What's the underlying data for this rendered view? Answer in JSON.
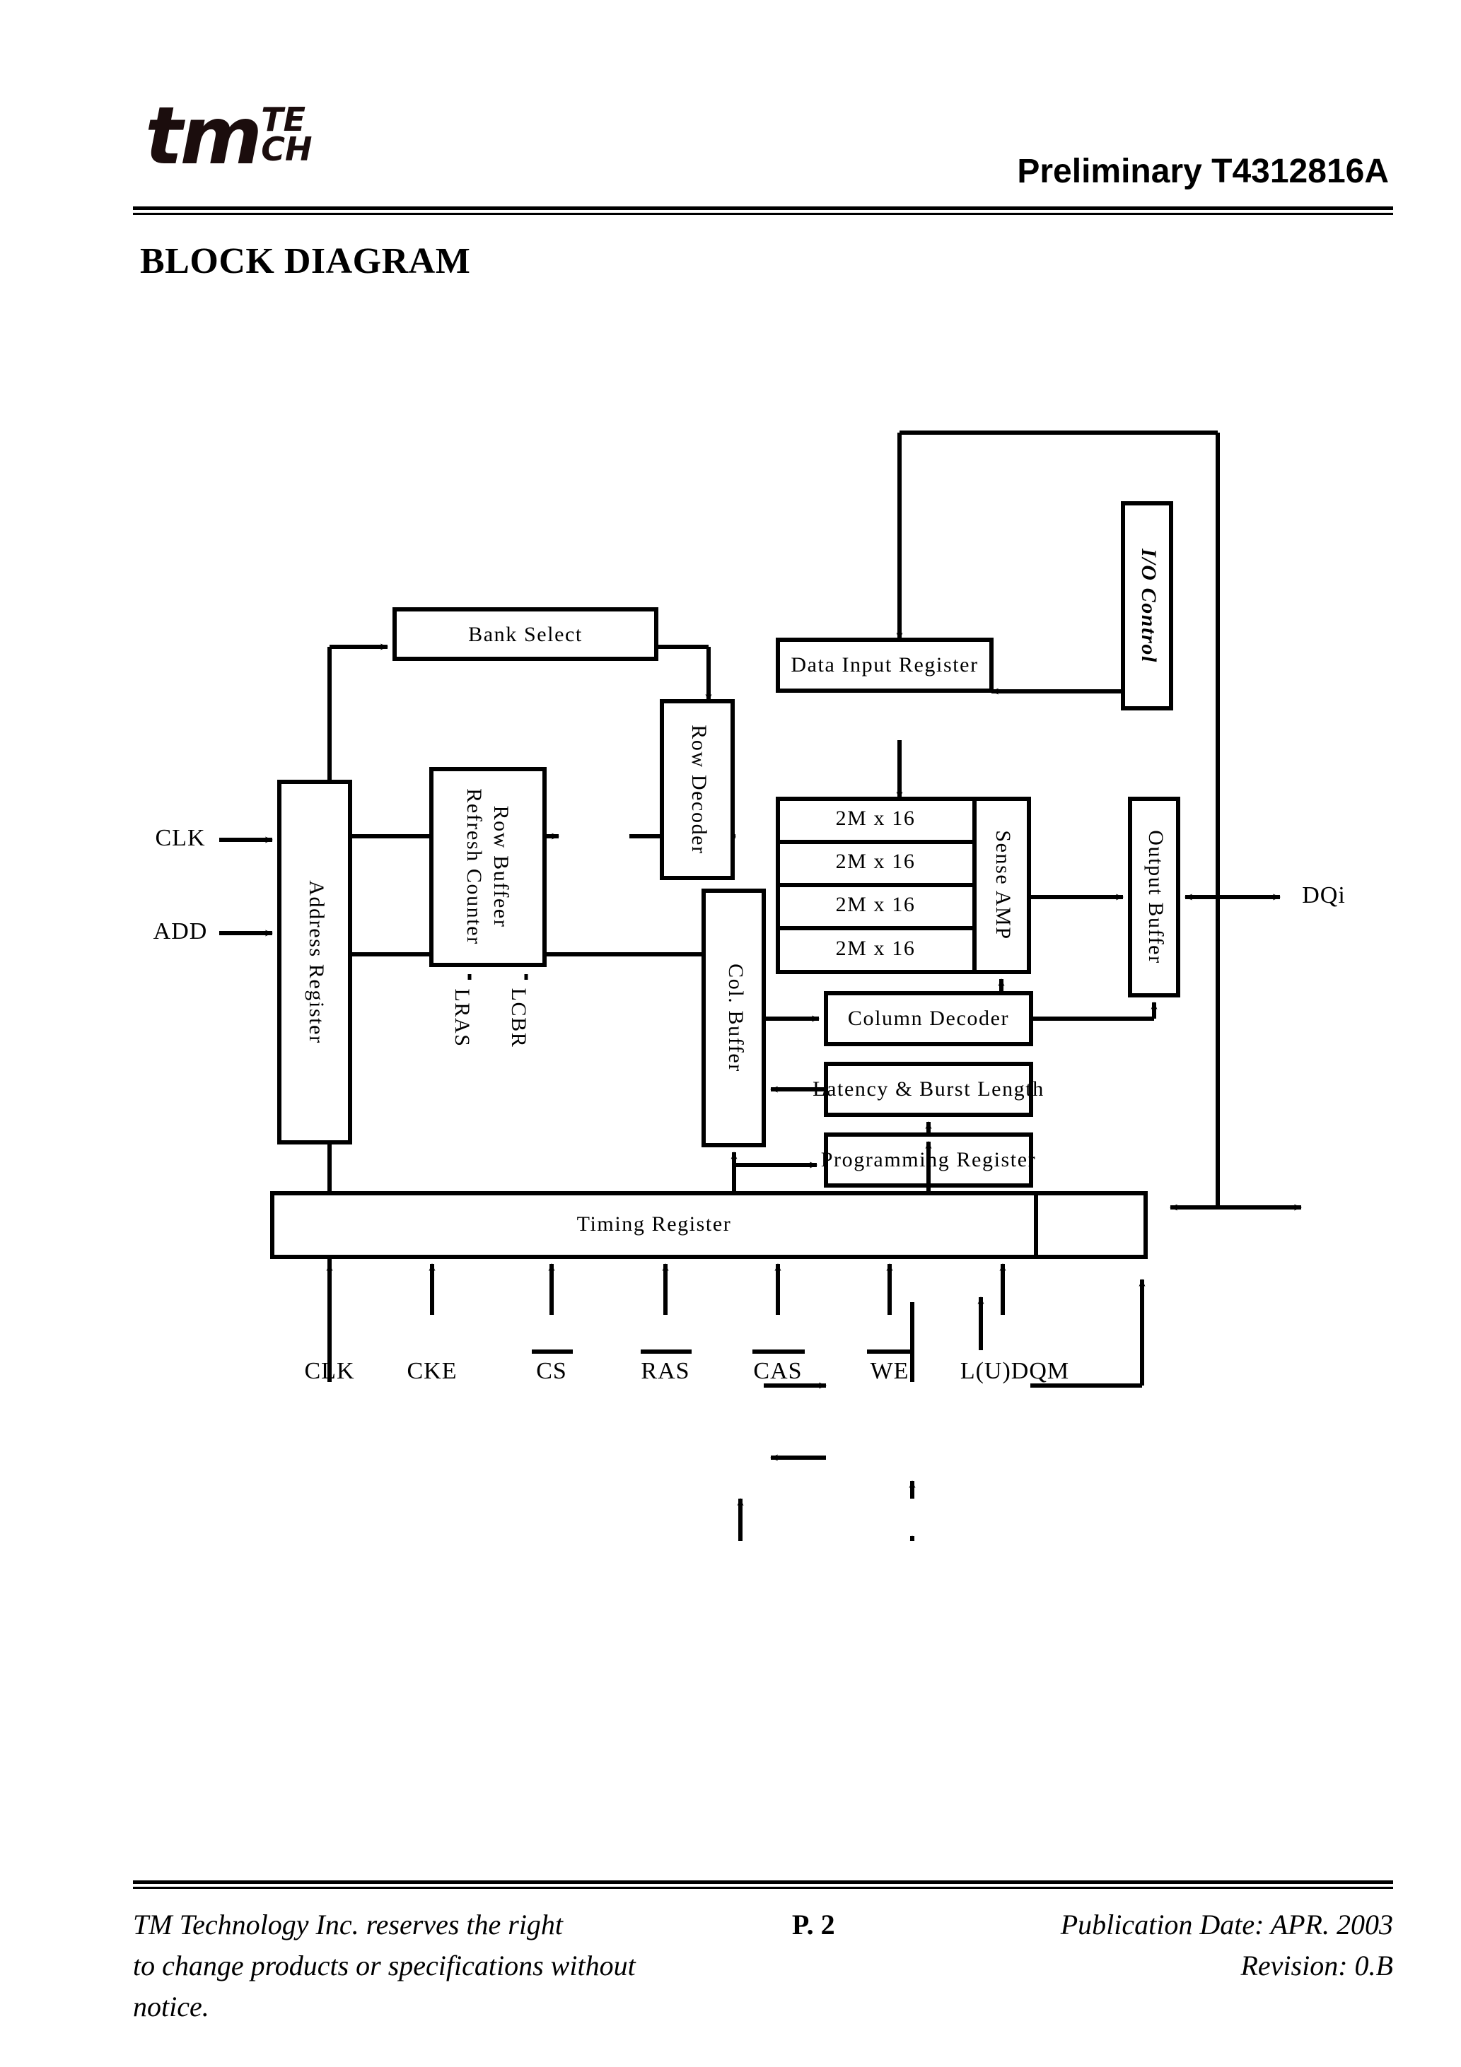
{
  "header": {
    "logo_main": "tm",
    "logo_sub_top": "TE",
    "logo_sub_bottom": "CH",
    "title": "Preliminary T4312816A"
  },
  "section": {
    "title": "BLOCK DIAGRAM"
  },
  "diagram": {
    "blocks": {
      "bank_select": "Bank Select",
      "address_register": "Address Register",
      "row_buffer_line1": "Row Buffeer",
      "row_buffer_line2": "Refresh Counter",
      "row_decoder": "Row Decoder",
      "data_input_register": "Data Input Register",
      "io_control": "I/O Control",
      "sense_amp": "Sense AMP",
      "output_buffer": "Output Buffer",
      "col_buffer": "Col. Buffer",
      "column_decoder": "Column Decoder",
      "latency_burst": "Latency & Burst Length",
      "programming_register": "Programming Register",
      "timing_register": "Timing Register"
    },
    "memory_banks": [
      "2M x 16",
      "2M x 16",
      "2M x 16",
      "2M x 16"
    ],
    "left_inputs": [
      "CLK",
      "ADD"
    ],
    "refresh_inputs": [
      "LRAS",
      "LCBR"
    ],
    "data_port": "DQi",
    "bottom_signals": [
      {
        "label": "CLK",
        "overbar": false
      },
      {
        "label": "CKE",
        "overbar": false
      },
      {
        "label": "CS",
        "overbar": true
      },
      {
        "label": "RAS",
        "overbar": true
      },
      {
        "label": "CAS",
        "overbar": true
      },
      {
        "label": "WE",
        "overbar": true
      },
      {
        "label": "L(U)DQM",
        "overbar": false
      }
    ]
  },
  "footer": {
    "left_line1": "TM Technology Inc. reserves the right",
    "left_line2": "to change products or specifications without notice.",
    "page": "P. 2",
    "right_line1": "Publication Date: APR. 2003",
    "right_line2": "Revision: 0.B"
  }
}
